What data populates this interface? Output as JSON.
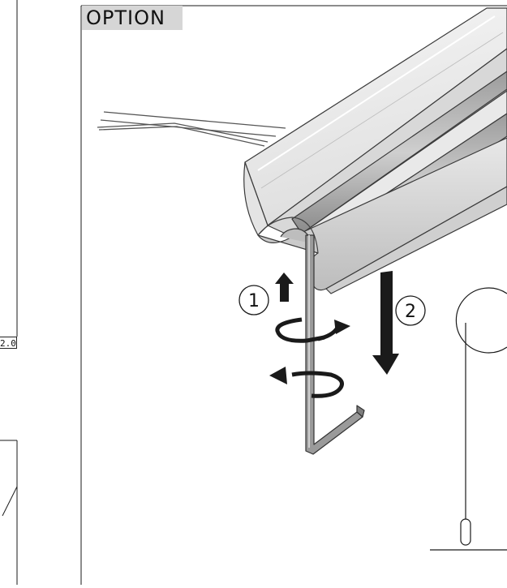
{
  "header": {
    "option_label": "OPTION"
  },
  "left_panel": {
    "version_label": "2.0"
  },
  "steps": [
    {
      "number": "1"
    },
    {
      "number": "2"
    }
  ],
  "icons": [
    "hex-key-icon",
    "rotate-arrow-icon",
    "push-up-arrow-icon",
    "pull-down-arrow-icon",
    "plumb-line-icon",
    "cable-icon"
  ],
  "colors": {
    "label_bg": "#d6d6d6",
    "line": "#1a1a1a",
    "profile_light": "#f2f2f2",
    "profile_mid": "#c9c9c9",
    "profile_dark": "#8e8e8e",
    "key_grey": "#9a9a9a"
  }
}
